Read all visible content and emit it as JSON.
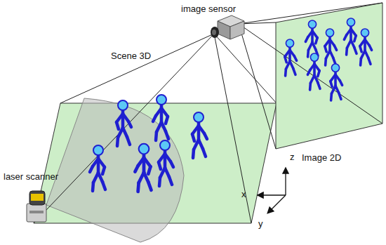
{
  "diagram": {
    "labels": [
      "image sensor",
      "Scene 3D",
      "laser scanner",
      "Image 2D",
      "z",
      "x",
      "y"
    ]
  }
}
